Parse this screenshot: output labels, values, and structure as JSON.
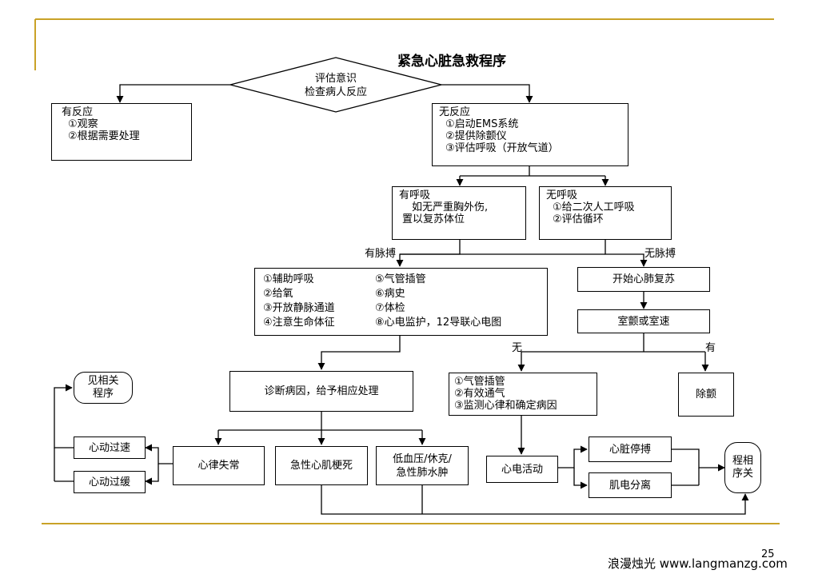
{
  "title": "紧急心脏急救程序",
  "decision": {
    "line1": "评估意识",
    "line2": "检查病人反应"
  },
  "responsive": {
    "title": "有反应",
    "items": [
      "①观察",
      "②根据需要处理"
    ]
  },
  "unresponsive": {
    "title": "无反应",
    "items": [
      "①启动EMS系统",
      "②提供除颤仪",
      "③评估呼吸（开放气道）"
    ]
  },
  "breathing": {
    "title": "有呼吸",
    "items": [
      "如无严重胸外伤,",
      "置以复苏体位"
    ]
  },
  "no_breathing": {
    "title": "无呼吸",
    "items": [
      "①给二次人工呼吸",
      "②评估循环"
    ]
  },
  "labels": {
    "pulse": "有脉搏",
    "no_pulse": "无脉搏",
    "none": "无",
    "has": "有"
  },
  "pulse_care": {
    "left": [
      "①辅助呼吸",
      "②给氧",
      "③开放静脉通道",
      "④注意生命体征"
    ],
    "right": [
      "⑤气管插管",
      "⑥病史",
      "⑦体检",
      "⑧心电监护，12导联心电图"
    ]
  },
  "cpr": "开始心肺复苏",
  "vf": "室颤或室速",
  "diagnose": "诊断病因，给予相应处理",
  "see_related": "见相关程序",
  "airway": [
    "①气管插管",
    "②有效通气",
    "③监测心律和确定病因"
  ],
  "defib": "除颤",
  "tachy": "心动过速",
  "brady": "心动过缓",
  "arrhythmia": "心律失常",
  "ami": "急性心肌梗死",
  "shock": {
    "line1": "低血压/休克/",
    "line2": "急性肺水肿"
  },
  "ecg_activity": "心电活动",
  "pacing": "心脏停搏",
  "emd": "肌电分离",
  "related_proc": "程相序关",
  "page_number": "25",
  "footer": "浪漫烛光 www.langmanzg.com"
}
